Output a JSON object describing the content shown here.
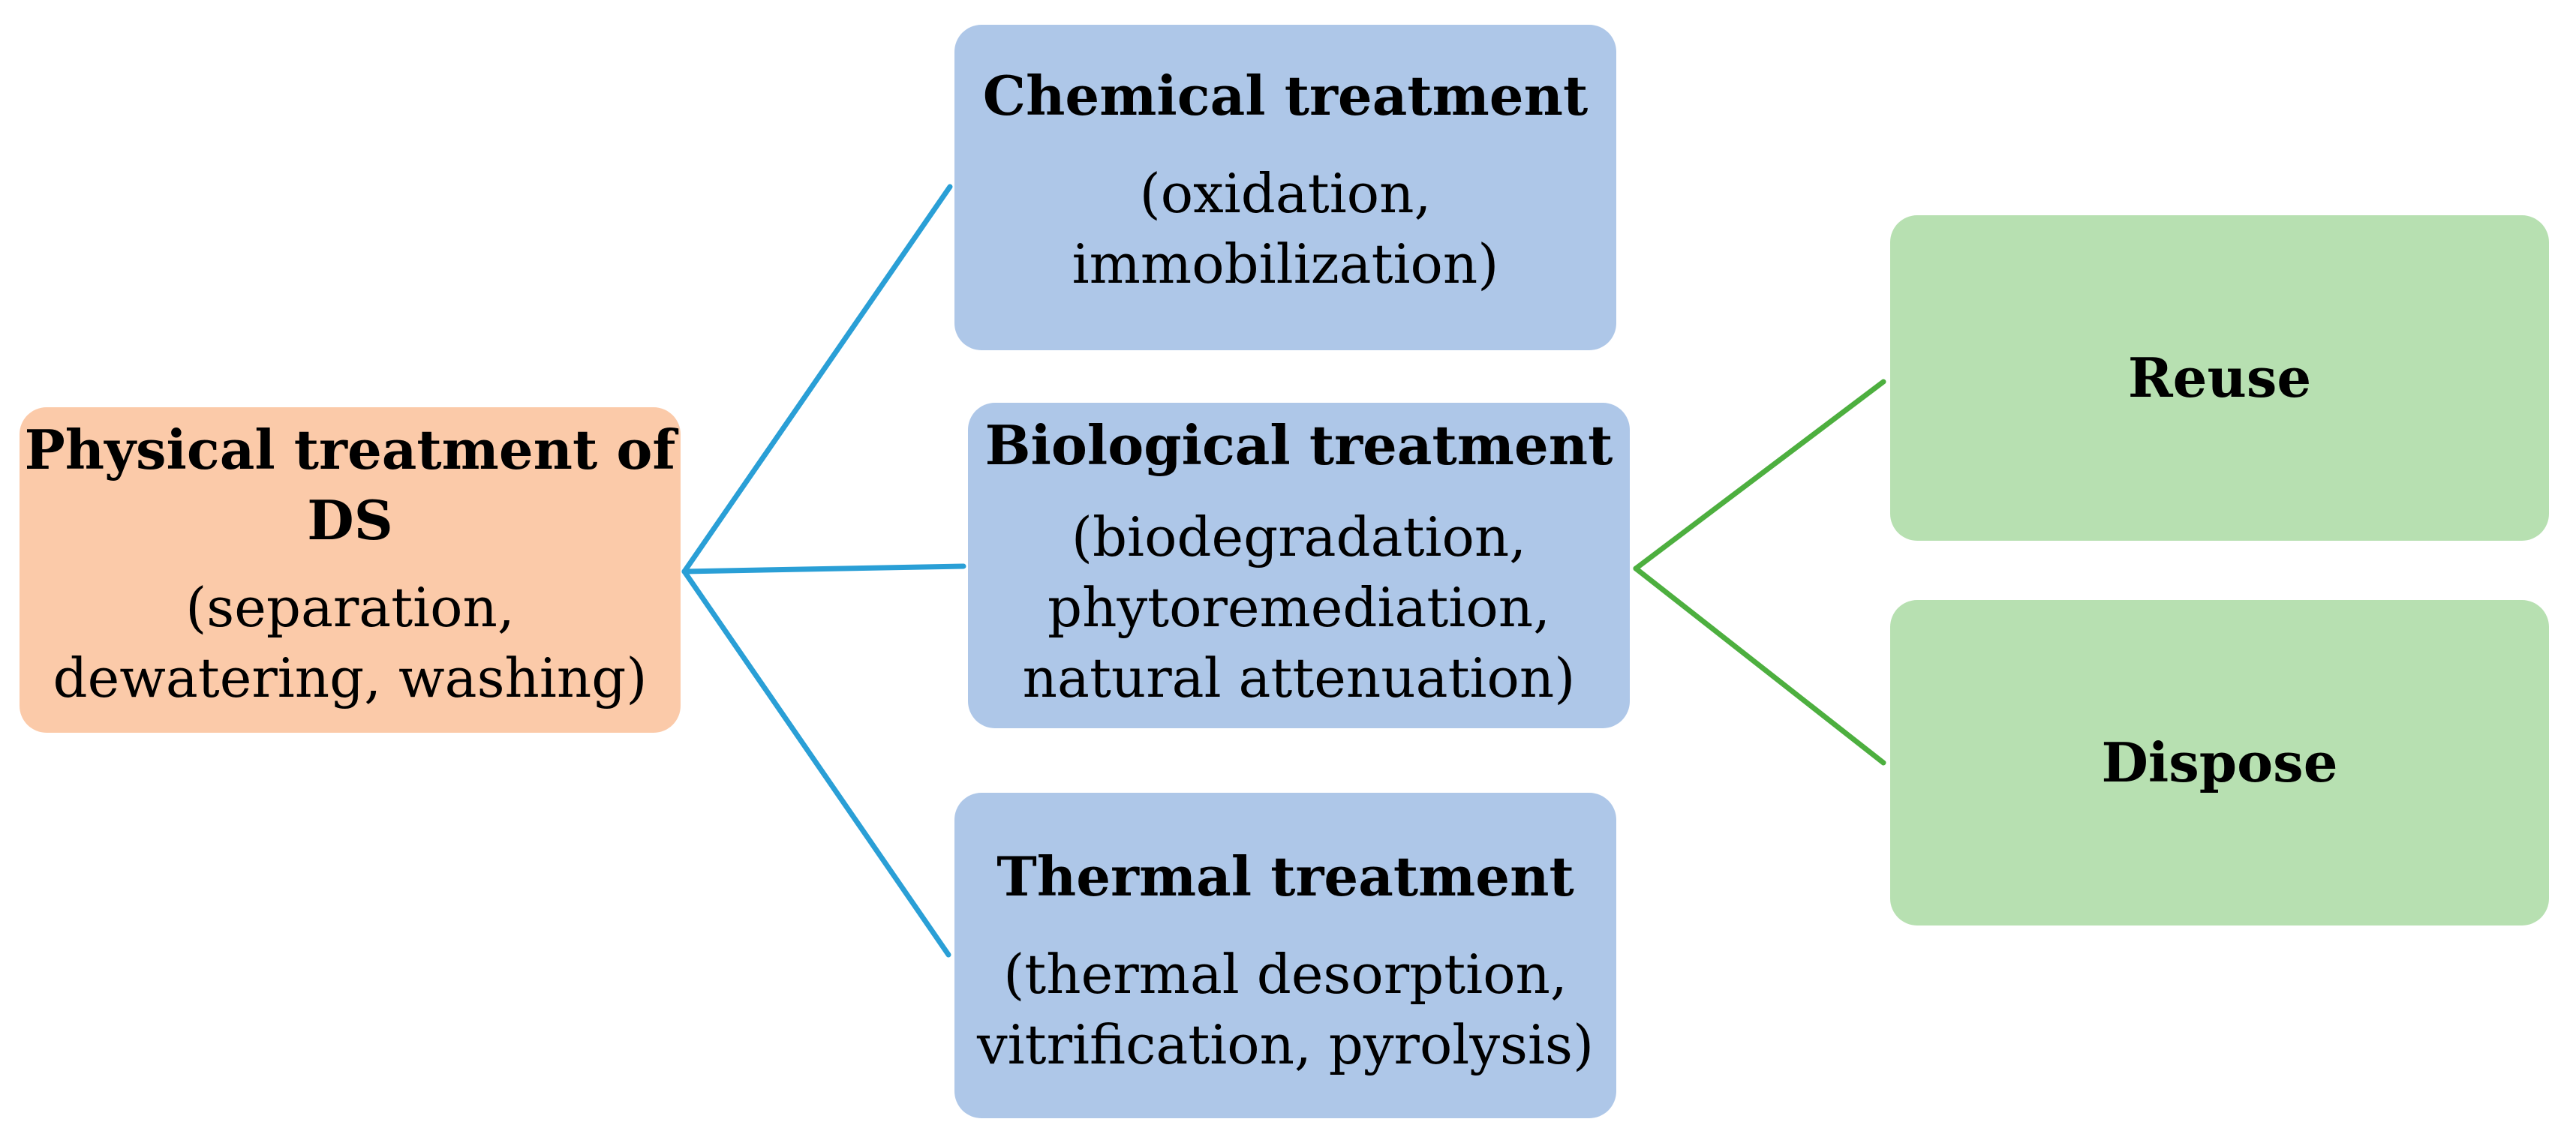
{
  "diagram": {
    "source": {
      "title": "Physical treatment of DS",
      "description": "(separation, dewatering, washing)"
    },
    "treatments": [
      {
        "id": "chemical",
        "title": "Chemical treatment",
        "description": "(oxidation, immobilization)"
      },
      {
        "id": "biological",
        "title": "Biological treatment",
        "description": "(biodegradation, phytoremediation, natural attenuation)"
      },
      {
        "id": "thermal",
        "title": "Thermal treatment",
        "description": "(thermal desorption, vitrification, pyrolysis)"
      }
    ],
    "outcomes": [
      {
        "id": "reuse",
        "title": "Reuse"
      },
      {
        "id": "dispose",
        "title": "Dispose"
      }
    ],
    "edges": [
      {
        "from": "source",
        "to": "chemical"
      },
      {
        "from": "source",
        "to": "biological"
      },
      {
        "from": "source",
        "to": "thermal"
      },
      {
        "from": "biological",
        "to": "reuse"
      },
      {
        "from": "biological",
        "to": "dispose"
      }
    ],
    "colors": {
      "source_fill": "#fbcaa9",
      "treatment_fill": "#aec7e8",
      "outcome_fill": "#b7e0b1",
      "treatment_connector": "#2a9fd6",
      "outcome_connector": "#4daf3f"
    }
  }
}
